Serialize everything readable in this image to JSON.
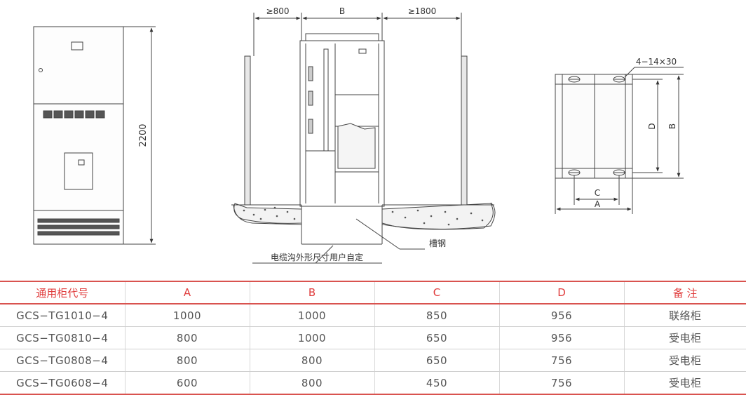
{
  "front_view": {
    "height_label": "2200"
  },
  "side_view": {
    "front_clearance": "≥800",
    "width_label": "B",
    "rear_clearance": "≥1800",
    "channel_steel_label": "槽钢",
    "trench_note": "电缆沟外形尺寸用户自定"
  },
  "base_view": {
    "hole_spec": "4−14×30",
    "label_d": "D",
    "label_b": "B",
    "label_c": "C",
    "label_a": "A"
  },
  "table": {
    "headers": [
      "通用柜代号",
      "A",
      "B",
      "C",
      "D",
      "备 注"
    ],
    "rows": [
      [
        "GCS−TG1010−4",
        "1000",
        "1000",
        "850",
        "956",
        "联络柜"
      ],
      [
        "GCS−TG0810−4",
        "800",
        "1000",
        "650",
        "956",
        "受电柜"
      ],
      [
        "GCS−TG0808−4",
        "800",
        "800",
        "650",
        "756",
        "受电柜"
      ],
      [
        "GCS−TG0608−4",
        "600",
        "800",
        "450",
        "756",
        "受电柜"
      ]
    ]
  }
}
